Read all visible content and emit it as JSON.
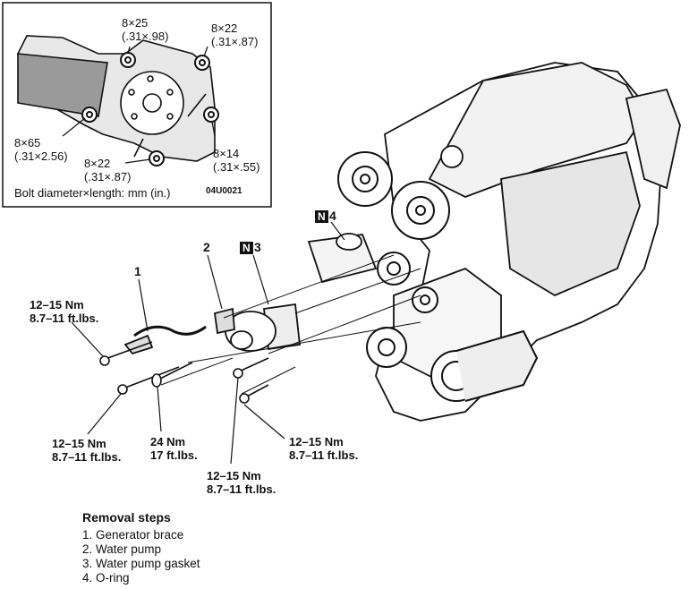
{
  "inset": {
    "bolts": [
      {
        "size": "8×25",
        "inch": "(.31×.98)"
      },
      {
        "size": "8×22",
        "inch": "(.31×.87)"
      },
      {
        "size": "8×65",
        "inch": "(.31×2.56)"
      },
      {
        "size": "8×22",
        "inch": "(.31×.87)"
      },
      {
        "size": "8×14",
        "inch": "(.31×.55)"
      }
    ],
    "note": "Bolt diameter×length: mm (in.)",
    "code": "04U0021"
  },
  "parts": {
    "p1": "1",
    "p2": "2",
    "p3": "3",
    "p4": "4",
    "badge": "N"
  },
  "torques": [
    {
      "nm": "12–15 Nm",
      "ftlbs": "8.7–11 ft.lbs."
    },
    {
      "nm": "12–15 Nm",
      "ftlbs": "8.7–11 ft.lbs."
    },
    {
      "nm": "24 Nm",
      "ftlbs": "17 ft.lbs."
    },
    {
      "nm": "12–15 Nm",
      "ftlbs": "8.7–11 ft.lbs."
    },
    {
      "nm": "12–15 Nm",
      "ftlbs": "8.7–11 ft.lbs."
    }
  ],
  "removal": {
    "title": "Removal steps",
    "steps": [
      "1. Generator brace",
      "2. Water pump",
      "3. Water pump gasket",
      "4. O-ring"
    ]
  }
}
